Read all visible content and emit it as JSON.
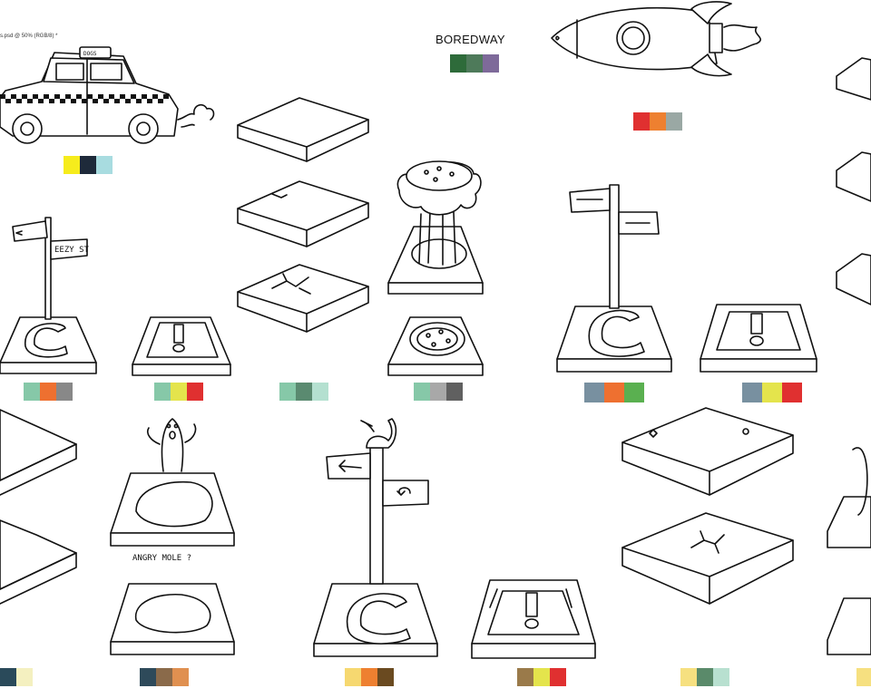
{
  "document": {
    "tab_label": "s.psd @ 50% (RGB/8) *",
    "title": "BOREDWAY",
    "sign_text": "EEZY ST",
    "taxi_text": "DOGS",
    "mole_caption": "ANGRY MOLE ?"
  },
  "palettes": [
    {
      "name": "boredway-palette",
      "colors": [
        "#2e6b3a",
        "#4e7a5a",
        "#7e6a9a"
      ]
    },
    {
      "name": "rocket-palette",
      "colors": [
        "#e03030",
        "#ee8030",
        "#9aa8a4"
      ]
    },
    {
      "name": "taxi-palette",
      "colors": [
        "#f6ec1c",
        "#1e2a3a",
        "#a8dce0"
      ]
    },
    {
      "name": "sign-tile-palette",
      "colors": [
        "#86c8a8",
        "#ee7030",
        "#888888"
      ]
    },
    {
      "name": "alert-tile-palette",
      "colors": [
        "#86c8a8",
        "#e4e44c",
        "#e03030"
      ]
    },
    {
      "name": "slab-palette",
      "colors": [
        "#86c8a8",
        "#5a8a70",
        "#b4e0d0"
      ]
    },
    {
      "name": "manhole-palette",
      "colors": [
        "#86c8a8",
        "#a8a8a8",
        "#606060"
      ]
    },
    {
      "name": "sign-tile-large-palette",
      "colors": [
        "#7890a0",
        "#ee7030",
        "#5ab050"
      ]
    },
    {
      "name": "alert-tile-large-palette",
      "colors": [
        "#7890a0",
        "#e4e44c",
        "#e03030"
      ]
    },
    {
      "name": "left-edge-palette",
      "colors": [
        "#2a4a5a",
        "#f4f0c0"
      ]
    },
    {
      "name": "mole-palette",
      "colors": [
        "#2e4a5a",
        "#8a6a4a",
        "#e09050"
      ]
    },
    {
      "name": "bird-sign-palette",
      "colors": [
        "#f6d870",
        "#ee8030",
        "#6a4a20"
      ]
    },
    {
      "name": "wood-alert-palette",
      "colors": [
        "#9a7a4a",
        "#e4e44c",
        "#e03030"
      ]
    },
    {
      "name": "sand-palette",
      "colors": [
        "#f6e080",
        "#5a8a6a",
        "#b8e0d0"
      ]
    },
    {
      "name": "right-edge-palette",
      "colors": [
        "#f6e080"
      ]
    }
  ]
}
